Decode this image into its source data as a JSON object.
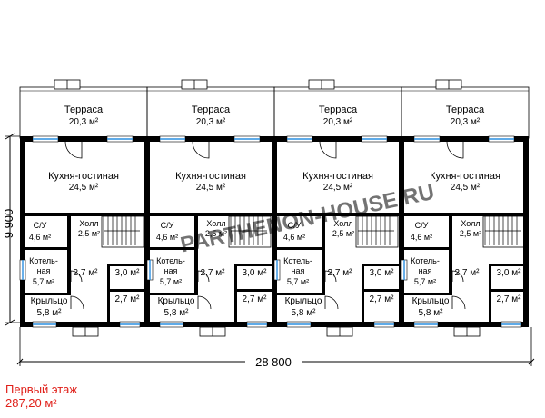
{
  "plan": {
    "width_dimension": "28 800",
    "depth_dimension": "9 900",
    "watermark": "PARTHENON-HOUSE.RU",
    "rooms": {
      "terrace_name": "Терраса",
      "terrace_area": "20,3 м²",
      "kitchen_name": "Кухня-гостиная",
      "kitchen_area": "24,5 м²",
      "bath_name": "С/У",
      "bath_area": "4,6 м²",
      "hall_name": "Холл",
      "hall_area": "2,5 м²",
      "boiler_name_1": "Котель-",
      "boiler_name_2": "ная",
      "boiler_area": "5,7 м²",
      "stair_area": "2,7 м²",
      "closet_area": "3,0 м²",
      "storage_area": "2,7 м²",
      "porch_name": "Крыльцо",
      "porch_area": "5,8 м²"
    }
  },
  "caption": {
    "floor": "Первый этаж",
    "total_area": "287,20 м²"
  },
  "colors": {
    "wall": "#000000",
    "window": "#2a8fe0",
    "caption": "#e0201a",
    "watermark": "#9a9a9a"
  }
}
